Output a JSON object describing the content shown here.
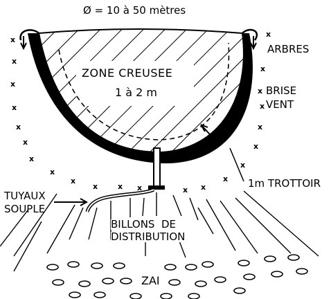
{
  "labels": {
    "diameter": "Ø = 10 à 50 mètres",
    "zone": "ZONE CREUSEE",
    "depth": "1 à 2 m",
    "trees": "ARBRES",
    "windbreak_1": "BRISE",
    "windbreak_2": "VENT",
    "sidewalk": "1m TROTTOIR",
    "hose_1": "TUYAUX",
    "hose_2": "SOUPLE",
    "ridges_1": "BILLONS  DE",
    "ridges_2": "DISTRIBUTION",
    "zai": "ZAI"
  },
  "tree_marker": "x",
  "colors": {
    "ink": "#000000",
    "paper": "#ffffff"
  }
}
